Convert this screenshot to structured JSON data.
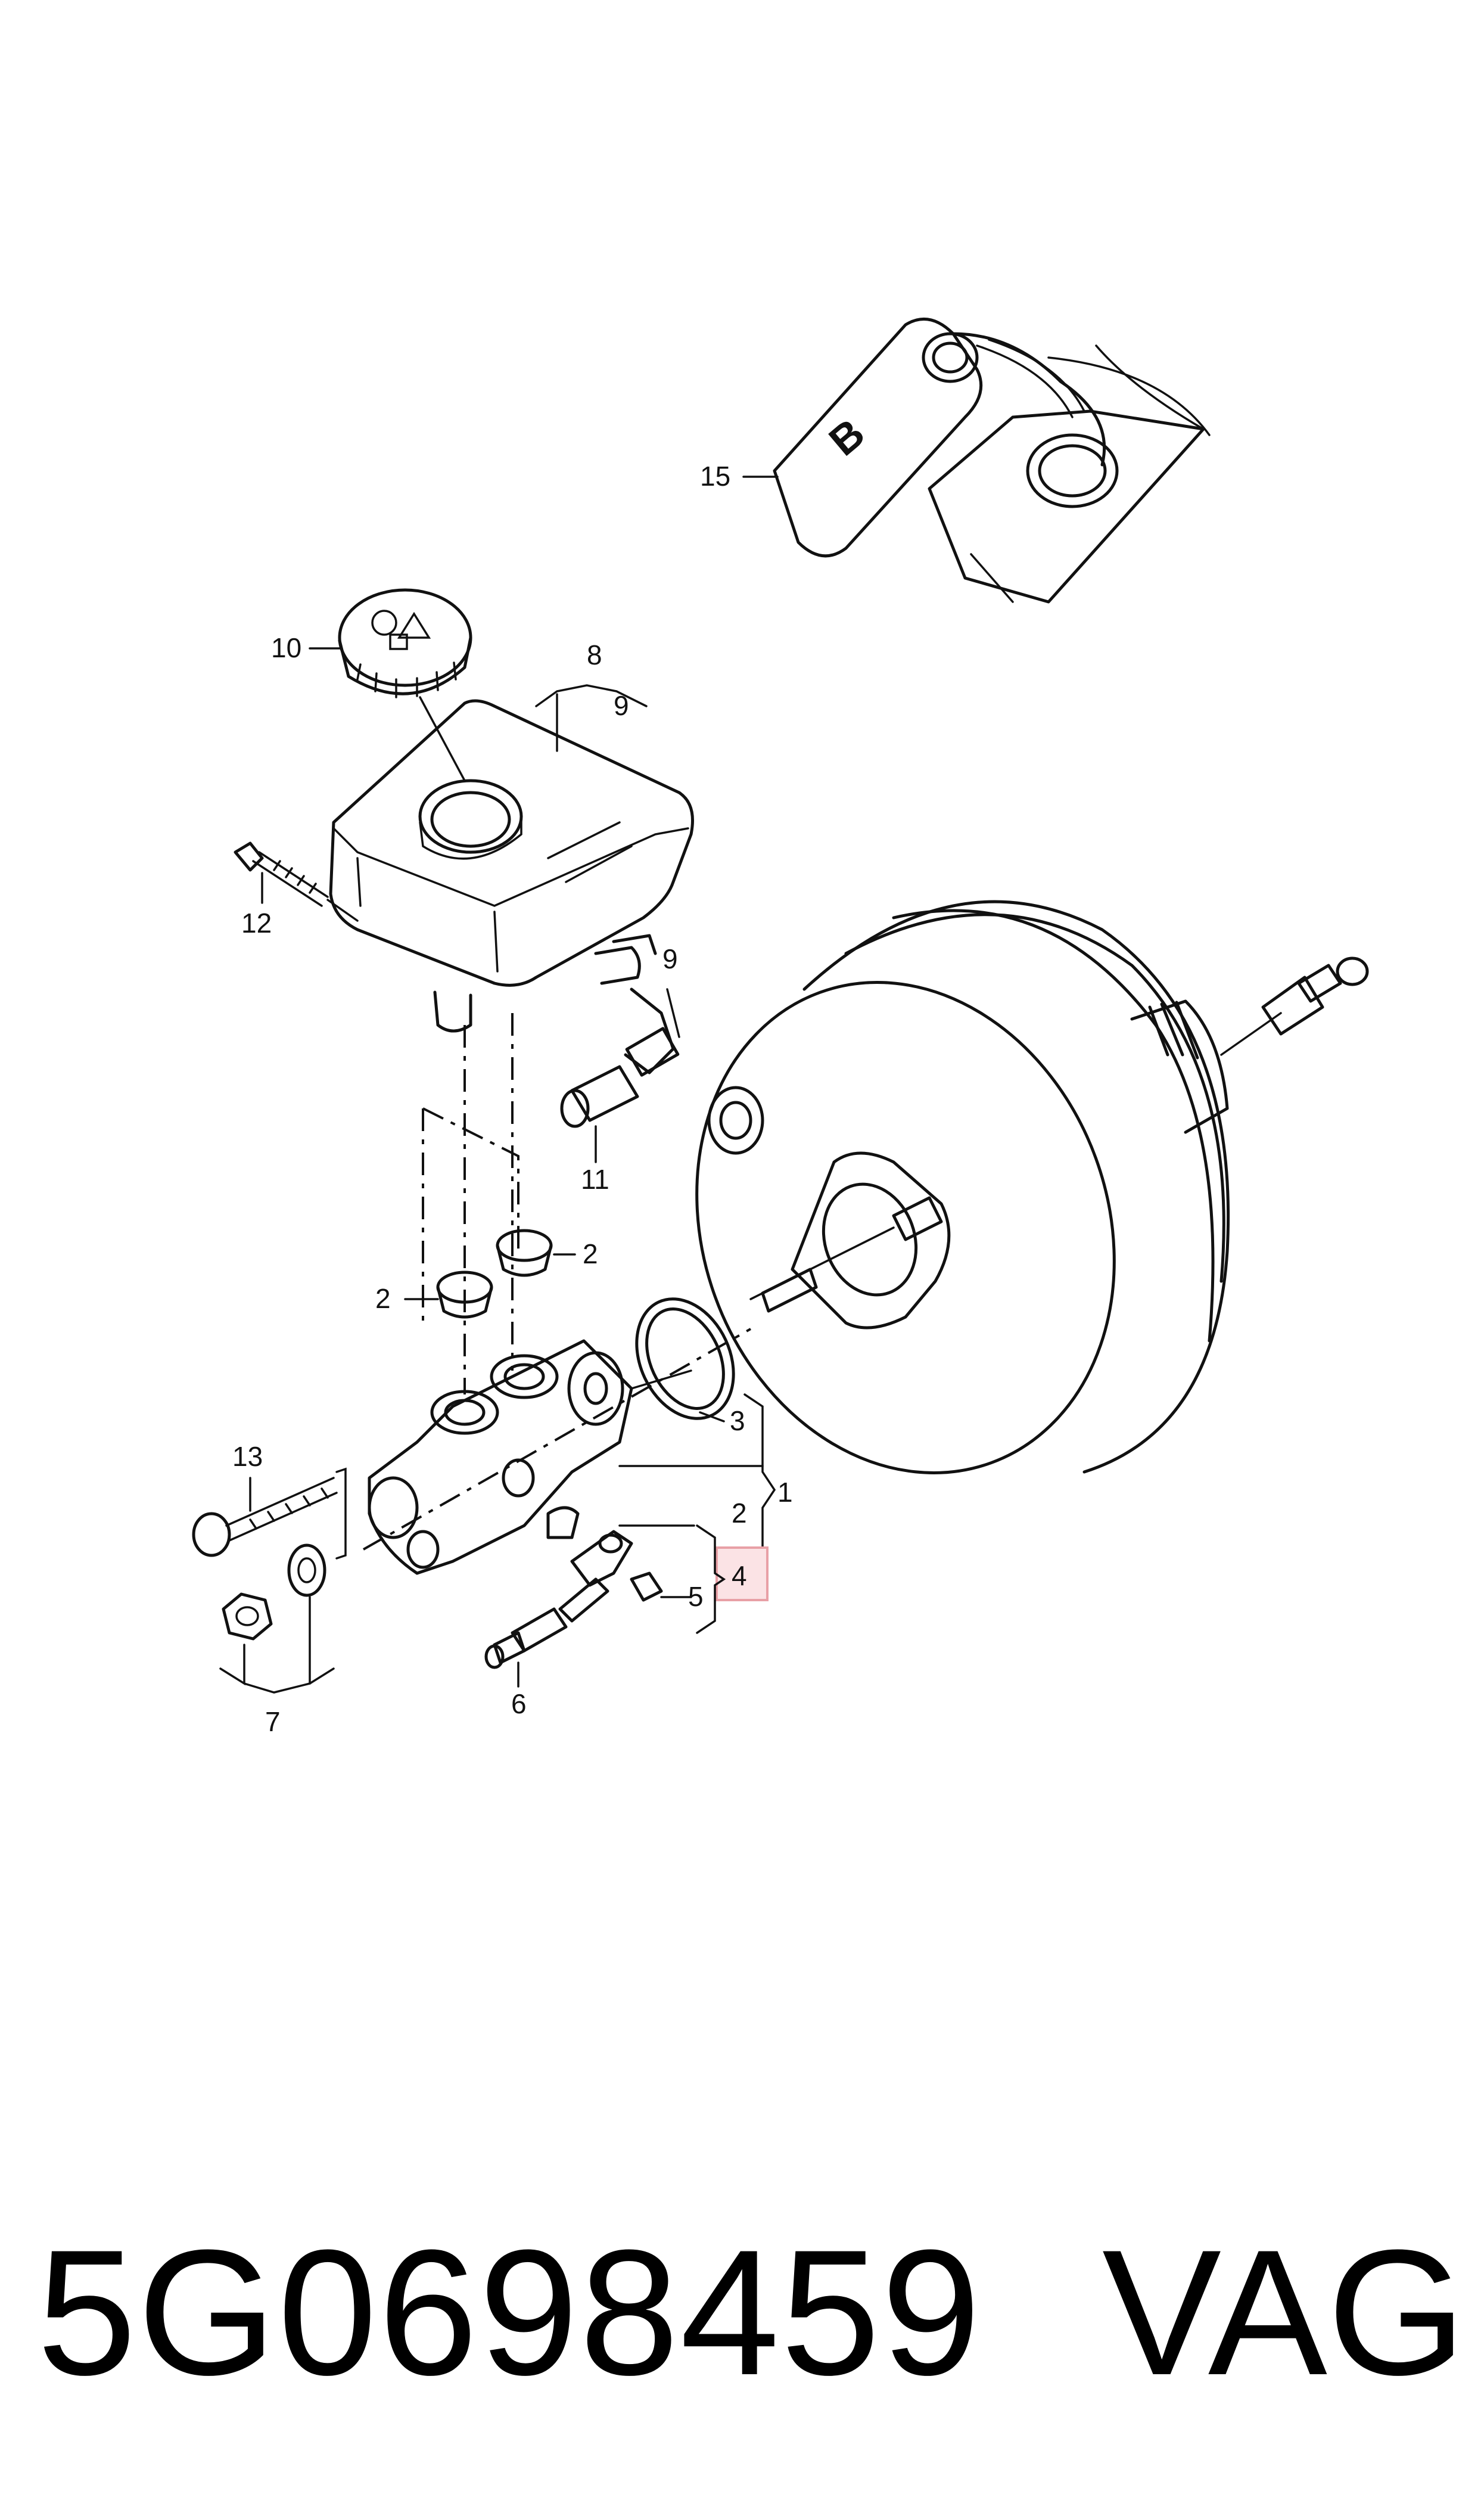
{
  "callouts": {
    "c1": "1",
    "c2a": "2",
    "c2b": "2",
    "c2c": "2",
    "c3": "3",
    "c4": "4",
    "c5": "5",
    "c6": "6",
    "c7": "7",
    "c8": "8",
    "c9a": "9",
    "c9b": "9",
    "c10": "10",
    "c11": "11",
    "c12": "12",
    "c13": "13",
    "c15": "15",
    "cap_letter": "B"
  },
  "footer": {
    "part_number": "5G0698459",
    "brand": "VAG"
  },
  "highlight": {
    "color": "#e8a0a6",
    "fill": "#fbe3e5"
  }
}
